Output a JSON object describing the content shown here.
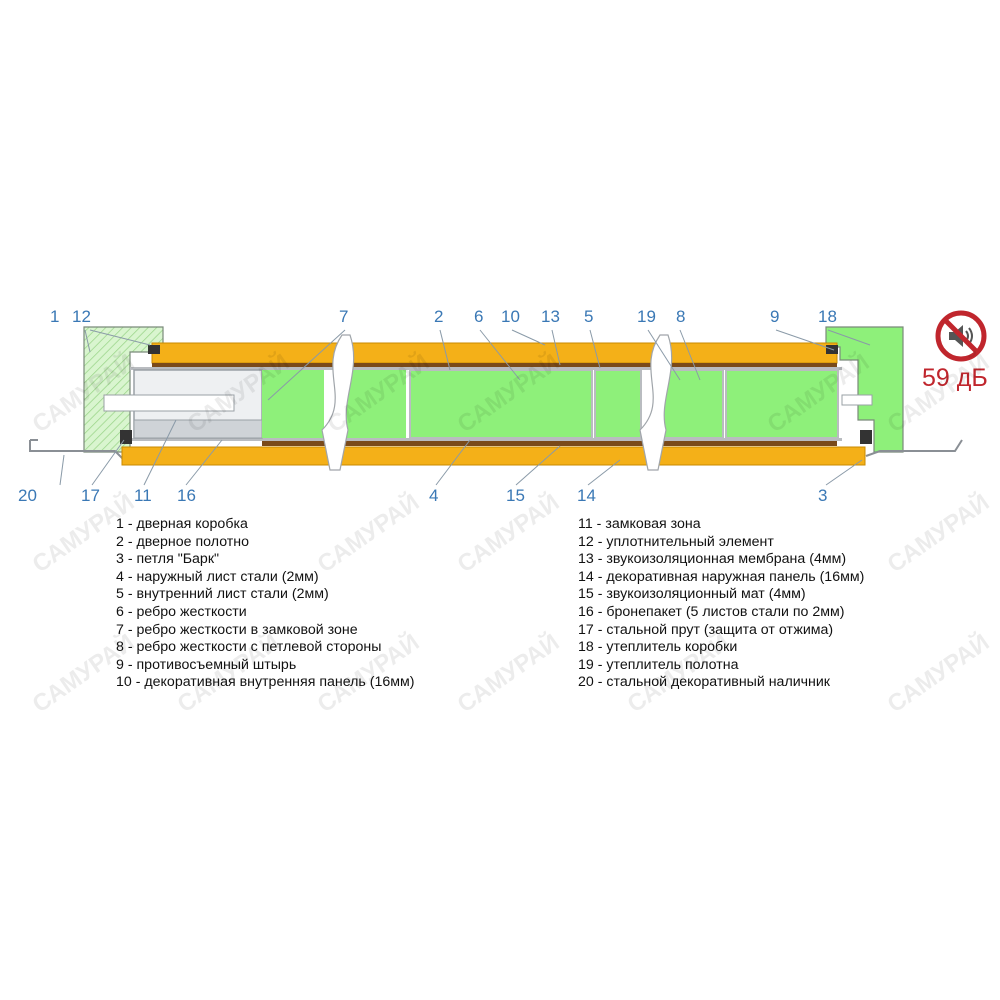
{
  "callouts_top": [
    {
      "id": "c1",
      "text": "1"
    },
    {
      "id": "c12",
      "text": "12"
    },
    {
      "id": "c7",
      "text": "7"
    },
    {
      "id": "c2",
      "text": "2"
    },
    {
      "id": "c6",
      "text": "6"
    },
    {
      "id": "c10",
      "text": "10"
    },
    {
      "id": "c13",
      "text": "13"
    },
    {
      "id": "c5",
      "text": "5"
    },
    {
      "id": "c19",
      "text": "19"
    },
    {
      "id": "c8",
      "text": "8"
    },
    {
      "id": "c9",
      "text": "9"
    },
    {
      "id": "c18",
      "text": "18"
    }
  ],
  "callouts_bottom": [
    {
      "id": "c20",
      "text": "20"
    },
    {
      "id": "c17",
      "text": "17"
    },
    {
      "id": "c11",
      "text": "11"
    },
    {
      "id": "c16",
      "text": "16"
    },
    {
      "id": "c4",
      "text": "4"
    },
    {
      "id": "c15",
      "text": "15"
    },
    {
      "id": "c14",
      "text": "14"
    },
    {
      "id": "c3",
      "text": "3"
    }
  ],
  "legend_left": [
    "1 - дверная коробка",
    "2 - дверное полотно",
    "3 - петля \"Барк\"",
    "4 - наружный лист стали (2мм)",
    "5 - внутренний лист стали (2мм)",
    "6 - ребро жесткости",
    "7 - ребро жесткости в замковой зоне",
    "8 - ребро жесткости с петлевой стороны",
    "9 - противосъемный штырь",
    "10 - декоративная внутренняя панель (16мм)"
  ],
  "legend_right": [
    "11 - замковая зона",
    "12 - уплотнительный элемент",
    "13 - звукоизоляционная мембрана (4мм)",
    "14 - декоративная наружная панель (16мм)",
    "15 - звукоизоляционный мат (4мм)",
    "16 - бронепакет (5 листов стали по 2мм)",
    "17 - стальной прут (защита от отжима)",
    "18 - утеплитель коробки",
    "19 - утеплитель полотна",
    "20 - стальной декоративный наличник"
  ],
  "sound_rating": "59 дБ",
  "watermark": "САМУРАЙ",
  "colors": {
    "panel": "#f4b018",
    "panel_edge": "#c98a00",
    "insulation": "#8ef07a",
    "frame_fill": "#d9f5cf",
    "steel": "#b9bcc0",
    "membrane": "#7a4a1a",
    "callout": "#3a78b5",
    "rating": "#c0262d"
  },
  "icons": [
    "no-sound-icon"
  ]
}
